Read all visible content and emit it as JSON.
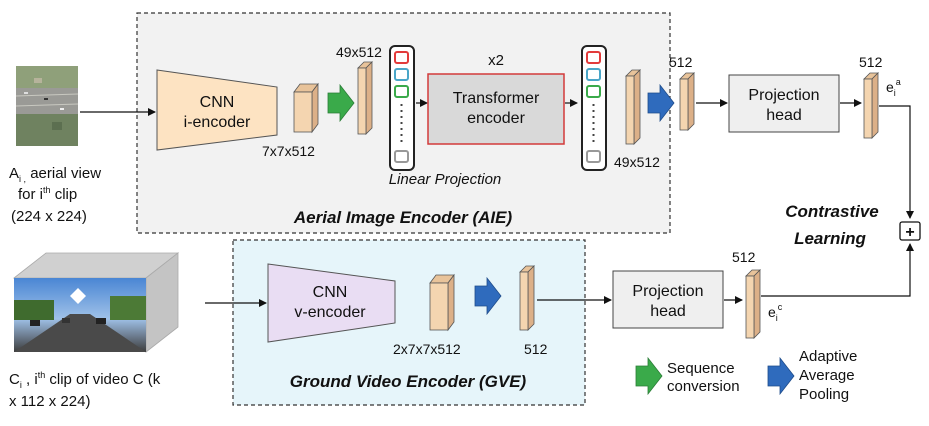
{
  "inputs": {
    "aerial": {
      "lines": [
        {
          "main": "A",
          "sub": "i ,",
          "sup": "",
          "rest": " aerial view"
        },
        {
          "main": "for  i",
          "sub": "",
          "sup": "th",
          "rest": " clip"
        },
        {
          "main": "(224 x 224)",
          "sub": "",
          "sup": "",
          "rest": ""
        }
      ]
    },
    "ground": {
      "lines": [
        {
          "main": "C",
          "sub": "i",
          "sup": "",
          "rest": " , i"
        },
        {
          "main": "x 112 x 224)",
          "sub": "",
          "sup": "",
          "rest": ""
        }
      ],
      "line1_sup": "th",
      "line1_tail": " clip of video C (k"
    }
  },
  "aie": {
    "title": "Aerial Image Encoder (AIE)",
    "cnn_label": [
      "CNN",
      "i-encoder"
    ],
    "feat1_dim": "7x7x512",
    "seq1_dim": "49x512",
    "linear_projection": "Linear Projection",
    "repeat": "x2",
    "transformer_label": [
      "Transformer",
      "encoder"
    ],
    "seq2_dim": "49x512",
    "pooled_dim": "512",
    "projection_label": [
      "Projection",
      "head"
    ],
    "embedding_dim": "512",
    "embedding_label": {
      "main": "e",
      "sub": "i",
      "sup": "a"
    }
  },
  "gve": {
    "title": "Ground Video Encoder (GVE)",
    "cnn_label": [
      "CNN",
      "v-encoder"
    ],
    "feat_dim": "2x7x7x512",
    "pooled_dim": "512",
    "projection_label": [
      "Projection",
      "head"
    ],
    "embedding_dim": "512",
    "embedding_label": {
      "main": "e",
      "sub": "i",
      "sup": "c"
    }
  },
  "contrastive": {
    "label": [
      "Contrastive",
      "Learning"
    ],
    "symbol": "+"
  },
  "legend": {
    "green": {
      "color": "#3aaa4a",
      "label": [
        "Sequence",
        "conversion"
      ]
    },
    "blue": {
      "color": "#2f6bbd",
      "label": [
        "Adaptive",
        "Average",
        "Pooling"
      ]
    }
  },
  "colors": {
    "aie_bg": "#f2f2f2",
    "gve_bg": "#e6f5fa",
    "cnn_i_fill": "#fde3c2",
    "cnn_v_fill": "#e9ddf3",
    "feature_block": "#f4d5b0",
    "transformer_fill": "#d9d9d9",
    "transformer_border": "#d33a3a",
    "projection_fill": "#efefef",
    "token_colors": [
      "#e23b3b",
      "#4aa6c8",
      "#3aaa4a",
      "#999999"
    ]
  }
}
